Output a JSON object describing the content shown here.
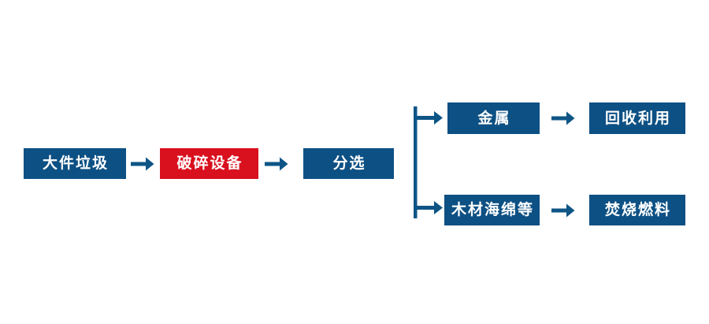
{
  "diagram": {
    "title": "",
    "colors": {
      "box_blue": "#0d5084",
      "box_red": "#d9101e",
      "arrow_blue": "#0e5586",
      "text": "#ffffff",
      "background": "#ffffff"
    },
    "nodes": [
      {
        "id": "bulky",
        "label": "大件垃圾",
        "color": "blue"
      },
      {
        "id": "crusher",
        "label": "破碎设备",
        "color": "red"
      },
      {
        "id": "sorting",
        "label": "分选",
        "color": "blue"
      },
      {
        "id": "metal",
        "label": "金属",
        "color": "blue"
      },
      {
        "id": "recycle",
        "label": "回收利用",
        "color": "blue"
      },
      {
        "id": "wood",
        "label": "木材海绵等",
        "color": "blue"
      },
      {
        "id": "fuel",
        "label": "焚烧燃料",
        "color": "blue"
      }
    ],
    "connectors": [
      {
        "id": "arrow-1",
        "type": "arrow-right",
        "from": "bulky",
        "to": "crusher"
      },
      {
        "id": "arrow-2",
        "type": "arrow-right",
        "from": "crusher",
        "to": "sorting"
      },
      {
        "id": "branch-splitter",
        "type": "branch-split",
        "from": "sorting",
        "to": [
          "metal",
          "wood"
        ]
      },
      {
        "id": "arrow-3",
        "type": "arrow-right",
        "from": "metal",
        "to": "recycle"
      },
      {
        "id": "arrow-4",
        "type": "arrow-right",
        "from": "wood",
        "to": "fuel"
      }
    ]
  }
}
